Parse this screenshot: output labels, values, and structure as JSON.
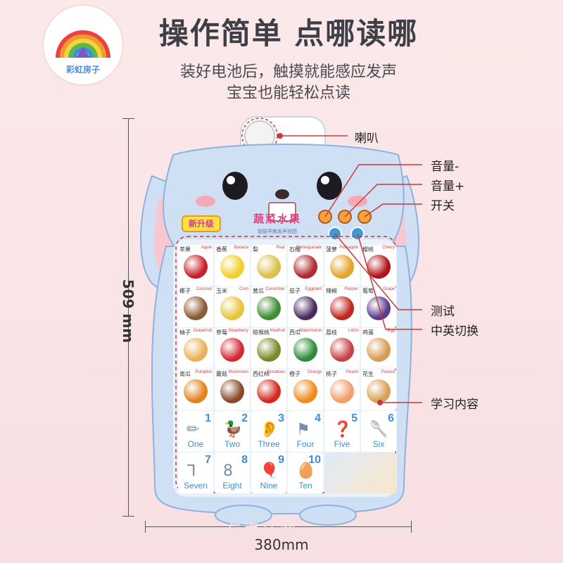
{
  "brand": {
    "logo_text": "彩虹房子"
  },
  "headline": "操作简单 点哪读哪",
  "subtitle_line1": "装好电池后，触摸就能感应发声",
  "subtitle_line2": "宝宝也能轻松点读",
  "dimensions": {
    "height_label": "509 mm",
    "width_label": "380mm"
  },
  "callouts": {
    "speaker": "喇叭",
    "volume_down": "音量-",
    "volume_up": "音量+",
    "power": "开关",
    "test": "测试",
    "lang_switch": "中英切换",
    "content": "学习内容"
  },
  "poster": {
    "badge": "新升级",
    "title": "蔬菜水果",
    "title_sub": "智能早教发声挂图",
    "watermark": "有声挂图"
  },
  "cells": [
    {
      "cn": "苹果",
      "en": "Apple",
      "color": "#c8202a"
    },
    {
      "cn": "香蕉",
      "en": "Banana",
      "color": "#f3cf2a"
    },
    {
      "cn": "梨",
      "en": "Pear",
      "color": "#d9c04a"
    },
    {
      "cn": "石榴",
      "en": "Pomegranate",
      "color": "#b12a30"
    },
    {
      "cn": "菠萝",
      "en": "Pineapple",
      "color": "#e3a428"
    },
    {
      "cn": "樱桃",
      "en": "Cherry",
      "color": "#b3121b"
    },
    {
      "cn": "椰子",
      "en": "Coconut",
      "color": "#8b5a32"
    },
    {
      "cn": "玉米",
      "en": "Corn",
      "color": "#e8c43c"
    },
    {
      "cn": "黄瓜",
      "en": "Cucumber",
      "color": "#3f8c33"
    },
    {
      "cn": "茄子",
      "en": "Eggplant",
      "color": "#4b2a5e"
    },
    {
      "cn": "辣椒",
      "en": "Pepper",
      "color": "#c1261e"
    },
    {
      "cn": "葡萄",
      "en": "Grape",
      "color": "#5a3c8a"
    },
    {
      "cn": "柚子",
      "en": "Grapefruit",
      "color": "#e9b15a"
    },
    {
      "cn": "草莓",
      "en": "Strawberry",
      "color": "#d42a36"
    },
    {
      "cn": "猕猴桃",
      "en": "Kiwifruit",
      "color": "#7a8a2a"
    },
    {
      "cn": "西瓜",
      "en": "Watermelon",
      "color": "#2f8a3a"
    },
    {
      "cn": "荔枝",
      "en": "Litchi",
      "color": "#c5434a"
    },
    {
      "cn": "鸡蛋",
      "en": "Egg",
      "color": "#d79a52"
    },
    {
      "cn": "南瓜",
      "en": "Pumpkin",
      "color": "#e2821e"
    },
    {
      "cn": "蘑菇",
      "en": "Mushroom",
      "color": "#8a4a2a"
    },
    {
      "cn": "西红柿",
      "en": "Tomatoes",
      "color": "#d6291e"
    },
    {
      "cn": "橙子",
      "en": "Orange",
      "color": "#f08c1a"
    },
    {
      "cn": "桃子",
      "en": "Peach",
      "color": "#f0a06a"
    },
    {
      "cn": "花生",
      "en": "Peanut",
      "color": "#d8a052"
    }
  ],
  "numbers": [
    {
      "num": "1",
      "word": "One",
      "glyph": "✏"
    },
    {
      "num": "2",
      "word": "Two",
      "glyph": "🦆"
    },
    {
      "num": "3",
      "word": "Three",
      "glyph": "👂"
    },
    {
      "num": "4",
      "word": "Four",
      "glyph": "⚑"
    },
    {
      "num": "5",
      "word": "Five",
      "glyph": "❓"
    },
    {
      "num": "6",
      "word": "Six",
      "glyph": "🥄"
    },
    {
      "num": "7",
      "word": "Seven",
      "glyph": "ᒣ"
    },
    {
      "num": "8",
      "word": "Eight",
      "glyph": "8"
    },
    {
      "num": "9",
      "word": "Nine",
      "glyph": "🎈"
    },
    {
      "num": "10",
      "word": "Ten",
      "glyph": "🥚"
    }
  ]
}
